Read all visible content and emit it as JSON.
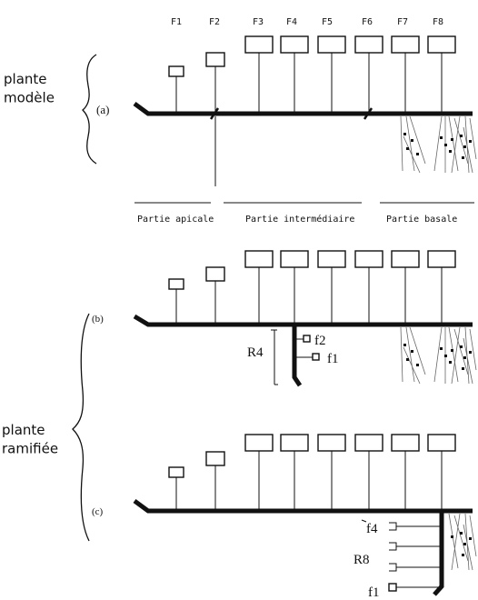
{
  "leaf_labels": [
    "F1",
    "F2",
    "F3",
    "F4",
    "F5",
    "F6",
    "F7",
    "F8"
  ],
  "group_labels": {
    "model": "plante\nmodèle",
    "branched": "plante\nramifiée"
  },
  "panel_labels": {
    "a": "(a)",
    "b": "(b)",
    "c": "(c)"
  },
  "zone_labels": [
    "Partie apicale",
    "Partie intermédiaire",
    "Partie basale"
  ],
  "branch_b": {
    "label": "R4",
    "leaves": [
      "f2",
      "f1"
    ]
  },
  "branch_c": {
    "label": "R8",
    "leaves": [
      "f4",
      "f1"
    ]
  }
}
